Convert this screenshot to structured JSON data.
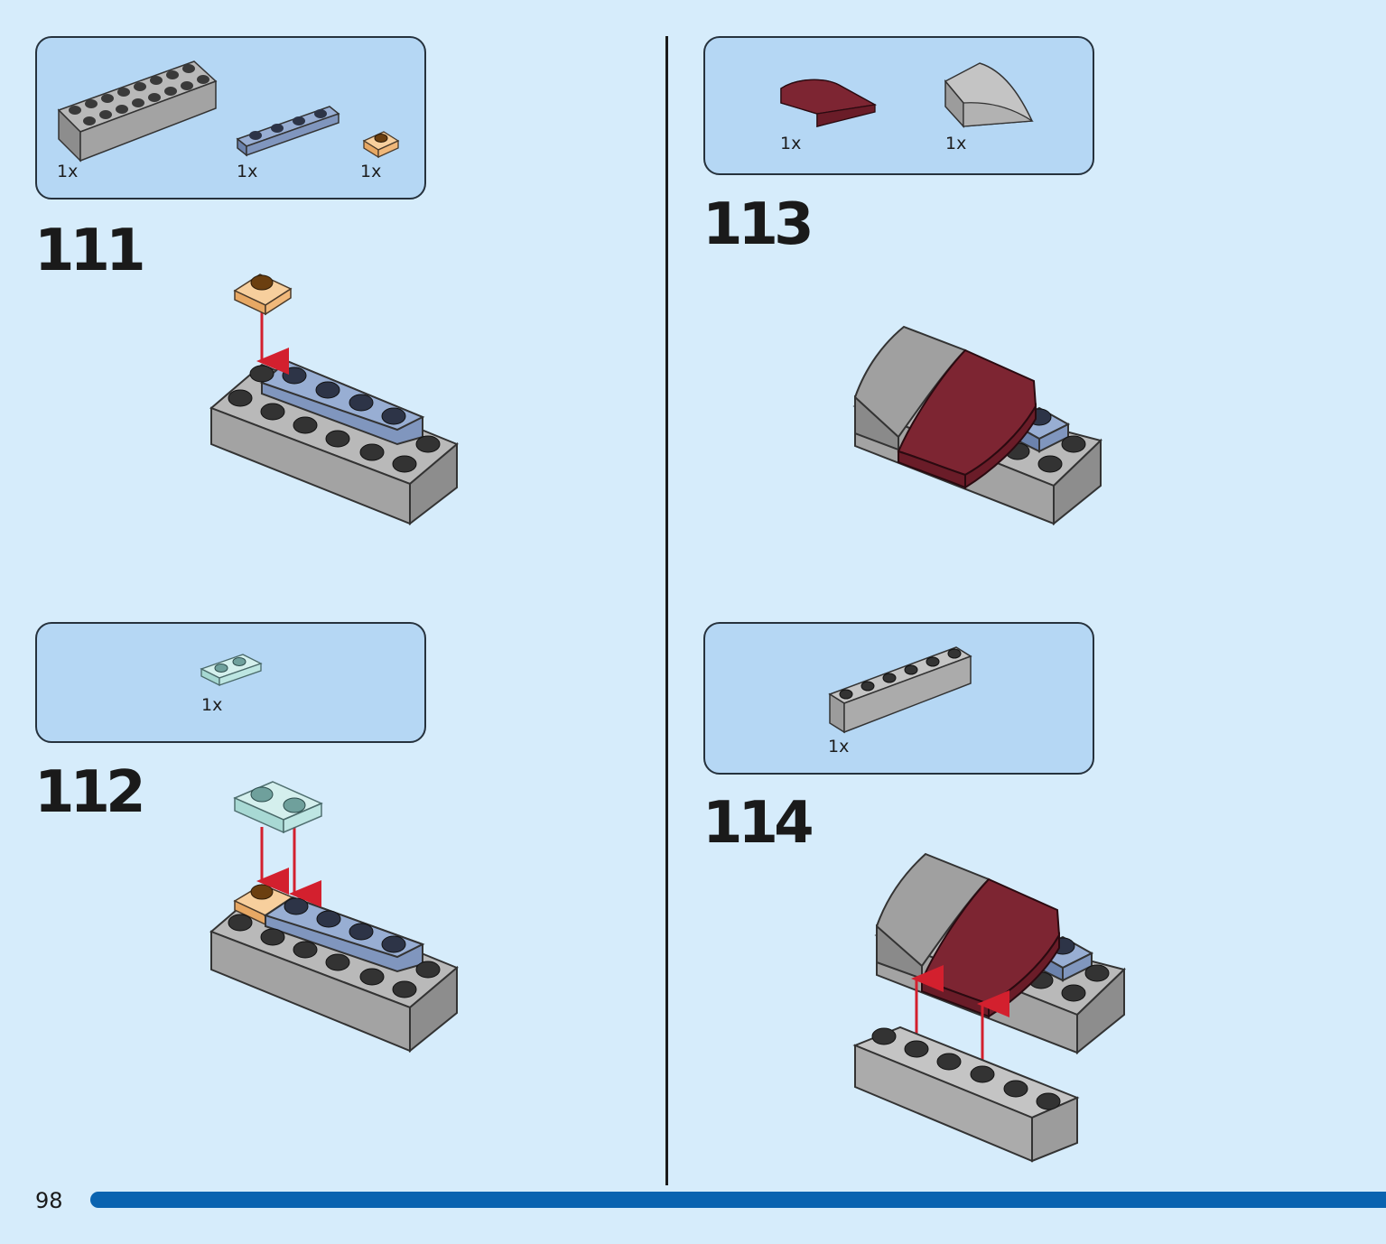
{
  "page_number": "98",
  "steps": [
    {
      "number": "111",
      "parts": [
        "1x",
        "1x",
        "1x"
      ]
    },
    {
      "number": "112",
      "parts": [
        "1x"
      ]
    },
    {
      "number": "113",
      "parts": [
        "1x",
        "1x"
      ]
    },
    {
      "number": "114",
      "parts": [
        "1x"
      ]
    }
  ],
  "colors": {
    "background": "#d6ecfb",
    "parts_box": "#b5d7f4",
    "grey_brick": "#a0a0a0",
    "blue_plate": "#8096be",
    "orange_trans": "#f0b87a",
    "teal_trans": "#bde6e2",
    "dark_red": "#7d2532",
    "arrow_red": "#d3202e",
    "progress_bar": "#0a63b0"
  }
}
